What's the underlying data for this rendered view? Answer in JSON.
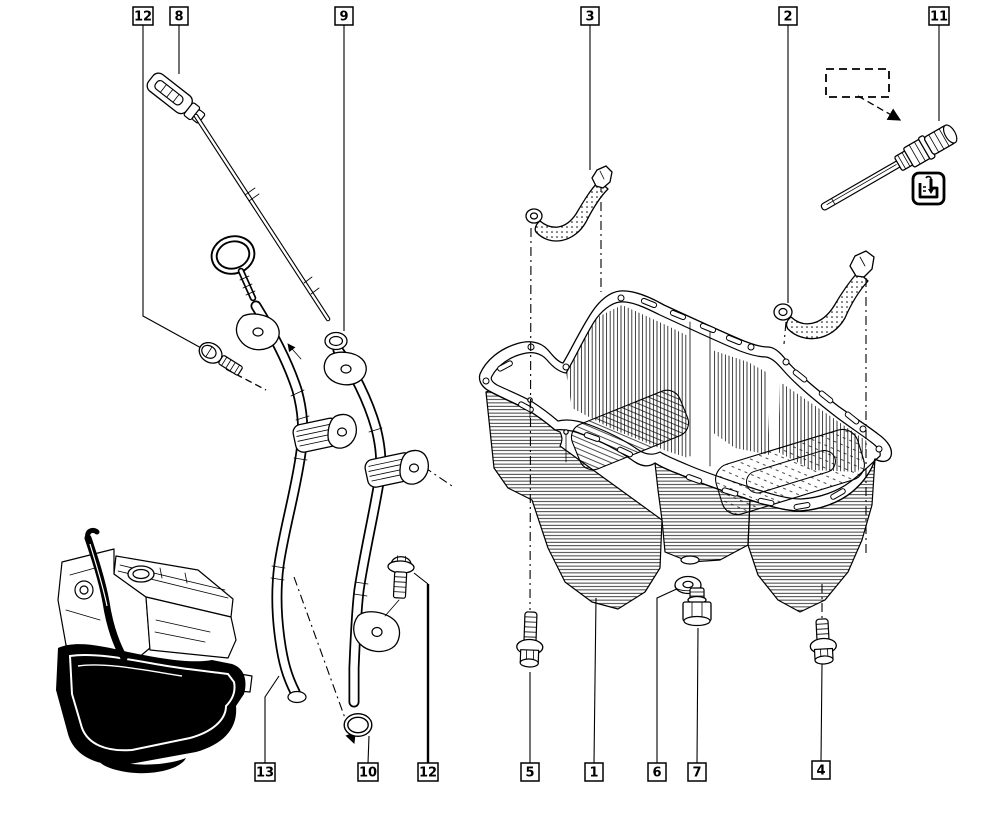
{
  "figure": {
    "kind": "exploded-parts-line-drawing",
    "colors": {
      "ink": "#000000",
      "paper": "#ffffff"
    }
  },
  "callouts": {
    "top": [
      {
        "label": "12"
      },
      {
        "label": "8"
      },
      {
        "label": "9"
      },
      {
        "label": "3"
      },
      {
        "label": "2"
      },
      {
        "label": "11"
      }
    ],
    "bottom": [
      {
        "label": "13"
      },
      {
        "label": "10"
      },
      {
        "label": "12"
      },
      {
        "label": "5"
      },
      {
        "label": "1"
      },
      {
        "label": "6"
      },
      {
        "label": "7"
      },
      {
        "label": "4"
      }
    ]
  }
}
